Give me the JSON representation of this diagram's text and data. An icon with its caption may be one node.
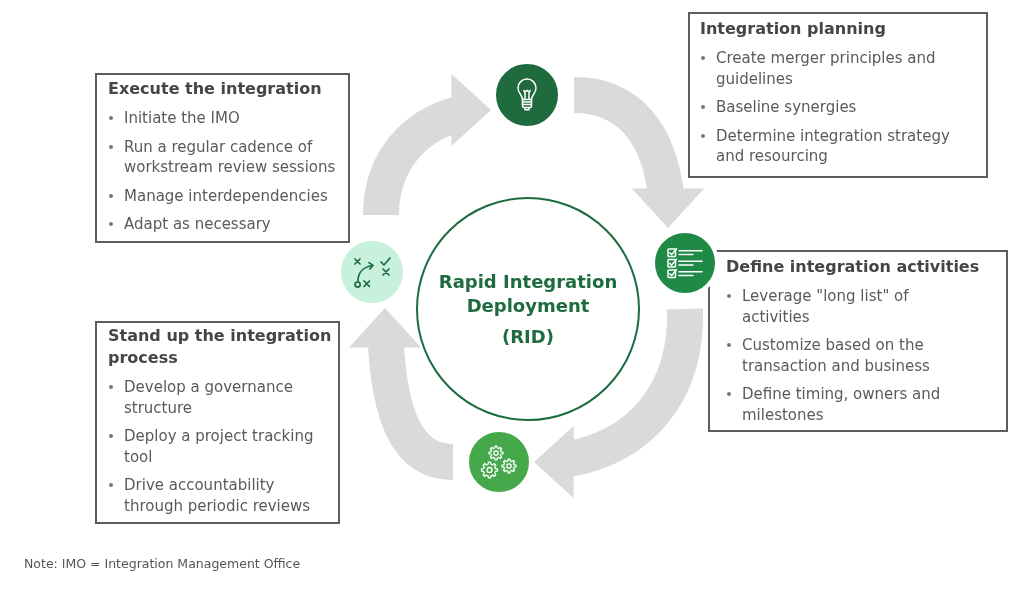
{
  "diagram": {
    "nodes": [
      {
        "text": [],
        "shape": "circle"
      },
      {
        "text": [
          "Integration planning",
          "Create merger principles and guidelines",
          "Baseline synergies",
          "Determine integration strategy and resourcing"
        ]
      },
      {
        "text": [],
        "shape": "circle"
      },
      {
        "text": [
          "Define integration activities",
          "Leverage \"long list\" of activities",
          "Customize based on the transaction and business",
          "Define timing, owners and milestones"
        ]
      },
      {
        "text": [],
        "shape": "circle"
      },
      {
        "text": [
          "Stand up the integration process",
          "Develop a governance structure",
          "Deploy a project tracking tool",
          "Drive accountability through periodic reviews"
        ]
      },
      {
        "text": [],
        "shape": "circle"
      },
      {
        "text": [
          "Execute the integration",
          "Initiate the IMO",
          "Run a regular cadence of workstream review sessions",
          "Manage interdependencies",
          "Adapt as necessary"
        ]
      },
      {
        "text": [
          "Rapid Integration Deployment",
          "(RID)"
        ]
      }
    ],
    "edges": [
      {
        "from": 0,
        "to": 2,
        "arrow": "to"
      },
      {
        "from": 2,
        "to": 4,
        "arrow": "to"
      },
      {
        "from": 4,
        "to": 6,
        "arrow": "to"
      },
      {
        "from": 6,
        "to": 0,
        "arrow": "to"
      }
    ],
    "labels": [
      "Note: IMO = Integration Management Office"
    ]
  }
}
